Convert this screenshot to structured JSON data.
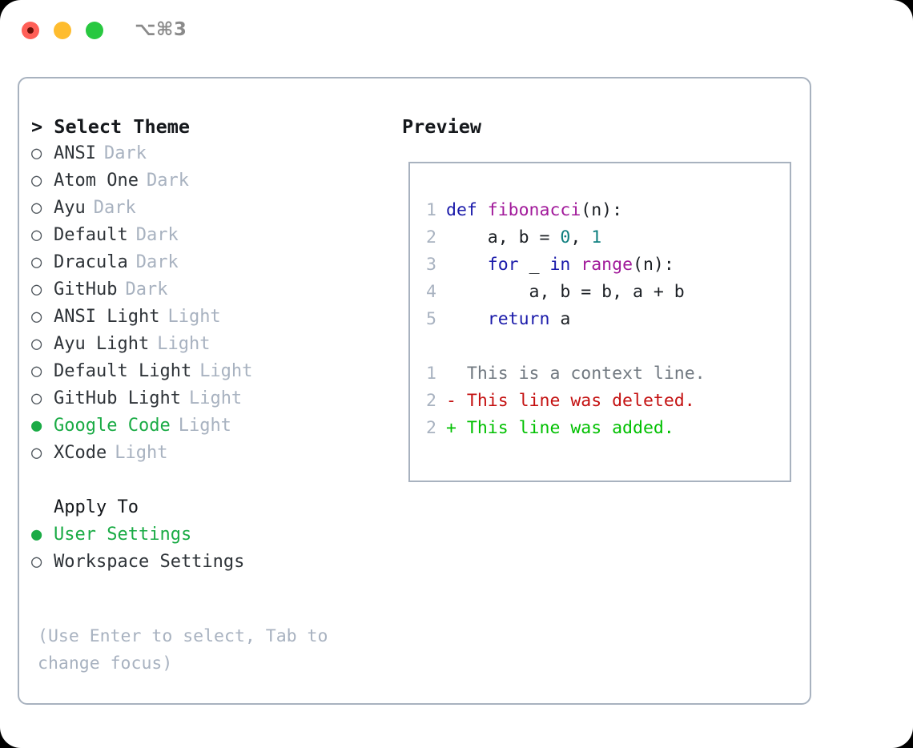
{
  "window": {
    "title": "⌥⌘3",
    "traffic_lights": [
      "close",
      "minimize",
      "maximize"
    ],
    "colors": {
      "close": "#ff5f57",
      "minimize": "#febc2e",
      "maximize": "#28c840",
      "panel_border": "#a8b2bf",
      "accent_green": "#1aab45",
      "muted": "#a8b2c0",
      "diff_add": "#00c000",
      "diff_del": "#c41111",
      "keyword": "#1a1aaa",
      "function": "#a1199a",
      "number": "#0e7f7f"
    }
  },
  "theme_list": {
    "header": "> Select Theme",
    "options": [
      {
        "marker": "○",
        "label": "ANSI",
        "tag": "Dark",
        "selected": false
      },
      {
        "marker": "○",
        "label": "Atom One",
        "tag": "Dark",
        "selected": false
      },
      {
        "marker": "○",
        "label": "Ayu",
        "tag": "Dark",
        "selected": false
      },
      {
        "marker": "○",
        "label": "Default",
        "tag": "Dark",
        "selected": false
      },
      {
        "marker": "○",
        "label": "Dracula",
        "tag": "Dark",
        "selected": false
      },
      {
        "marker": "○",
        "label": "GitHub",
        "tag": "Dark",
        "selected": false
      },
      {
        "marker": "○",
        "label": "ANSI Light",
        "tag": "Light",
        "selected": false
      },
      {
        "marker": "○",
        "label": "Ayu Light",
        "tag": "Light",
        "selected": false
      },
      {
        "marker": "○",
        "label": "Default Light",
        "tag": "Light",
        "selected": false
      },
      {
        "marker": "○",
        "label": "GitHub Light",
        "tag": "Light",
        "selected": false
      },
      {
        "marker": "●",
        "label": "Google Code",
        "tag": "Light",
        "selected": true
      },
      {
        "marker": "○",
        "label": "XCode",
        "tag": "Light",
        "selected": false
      }
    ]
  },
  "apply_to": {
    "header": "Apply To",
    "options": [
      {
        "marker": "●",
        "label": "User Settings",
        "selected": true
      },
      {
        "marker": "○",
        "label": "Workspace Settings",
        "selected": false
      }
    ]
  },
  "hint": "(Use Enter to select, Tab to change focus)",
  "preview": {
    "header": "Preview",
    "code_lines": [
      {
        "num": "1",
        "tokens": [
          {
            "t": "def ",
            "c": "kw"
          },
          {
            "t": "fibonacci",
            "c": "fn"
          },
          {
            "t": "(n):",
            "c": "pln"
          }
        ]
      },
      {
        "num": "2",
        "tokens": [
          {
            "t": "    a, b = ",
            "c": "pln"
          },
          {
            "t": "0",
            "c": "num"
          },
          {
            "t": ", ",
            "c": "pln"
          },
          {
            "t": "1",
            "c": "num"
          }
        ]
      },
      {
        "num": "3",
        "tokens": [
          {
            "t": "    for ",
            "c": "kw"
          },
          {
            "t": "_ ",
            "c": "pln"
          },
          {
            "t": "in ",
            "c": "kw"
          },
          {
            "t": "range",
            "c": "fn"
          },
          {
            "t": "(n):",
            "c": "pln"
          }
        ]
      },
      {
        "num": "4",
        "tokens": [
          {
            "t": "        a, b = b, a + b",
            "c": "pln"
          }
        ]
      },
      {
        "num": "5",
        "tokens": [
          {
            "t": "    return ",
            "c": "kw"
          },
          {
            "t": "a",
            "c": "pln"
          }
        ]
      }
    ],
    "diff_lines": [
      {
        "num": "1",
        "tokens": [
          {
            "t": "  This is a context line.",
            "c": "ctx"
          }
        ]
      },
      {
        "num": "2",
        "tokens": [
          {
            "t": "- This line was deleted.",
            "c": "del"
          }
        ]
      },
      {
        "num": "2",
        "tokens": [
          {
            "t": "+ This line was added.",
            "c": "add"
          }
        ]
      }
    ]
  }
}
